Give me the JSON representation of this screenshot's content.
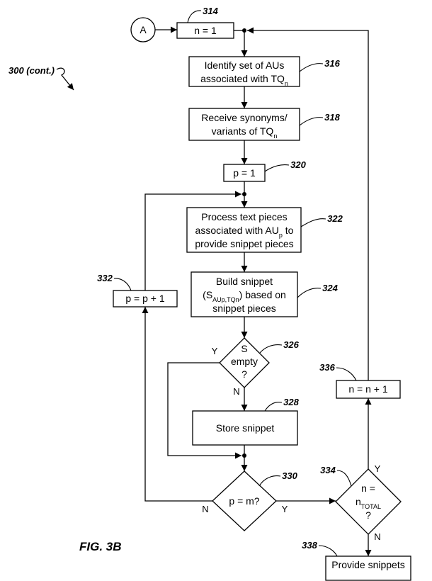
{
  "figure": {
    "label": "FIG. 3B",
    "ref": "300 (cont.)"
  },
  "connector": {
    "label": "A"
  },
  "steps": {
    "s314": {
      "ref": "314",
      "line1": "n = 1"
    },
    "s316": {
      "ref": "316",
      "line1": "Identify set of AUs",
      "line2": "associated with TQ",
      "line2_sub": "n"
    },
    "s318": {
      "ref": "318",
      "line1": "Receive synonyms/",
      "line2": "variants of TQ",
      "line2_sub": "n"
    },
    "s320": {
      "ref": "320",
      "line1": "p = 1"
    },
    "s322": {
      "ref": "322",
      "line1": "Process text pieces",
      "line2": "associated with AU",
      "line2_sub": "p",
      "line2_end": " to",
      "line3": "provide snippet pieces"
    },
    "s324": {
      "ref": "324",
      "line1": "Build snippet",
      "line2": "(S",
      "line2_sub": "AUp,TQn",
      "line2_end": ") based on",
      "line3": "snippet pieces"
    },
    "s326": {
      "ref": "326",
      "line1": "S",
      "line2": "empty",
      "line3": "?",
      "yes": "Y",
      "no": "N"
    },
    "s328": {
      "ref": "328",
      "line1": "Store snippet"
    },
    "s330": {
      "ref": "330",
      "line1": "p = m?",
      "yes": "Y",
      "no": "N"
    },
    "s332": {
      "ref": "332",
      "line1": "p = p + 1"
    },
    "s334": {
      "ref": "334",
      "line1": "n =",
      "line2": "n",
      "line2_sub": "TOTAL",
      "line3": "?",
      "yes": "Y",
      "no": "N"
    },
    "s336": {
      "ref": "336",
      "line1": "n = n + 1"
    },
    "s338": {
      "ref": "338",
      "line1": "Provide snippets"
    }
  },
  "colors": {
    "ink": "#000000",
    "paper": "#ffffff"
  }
}
